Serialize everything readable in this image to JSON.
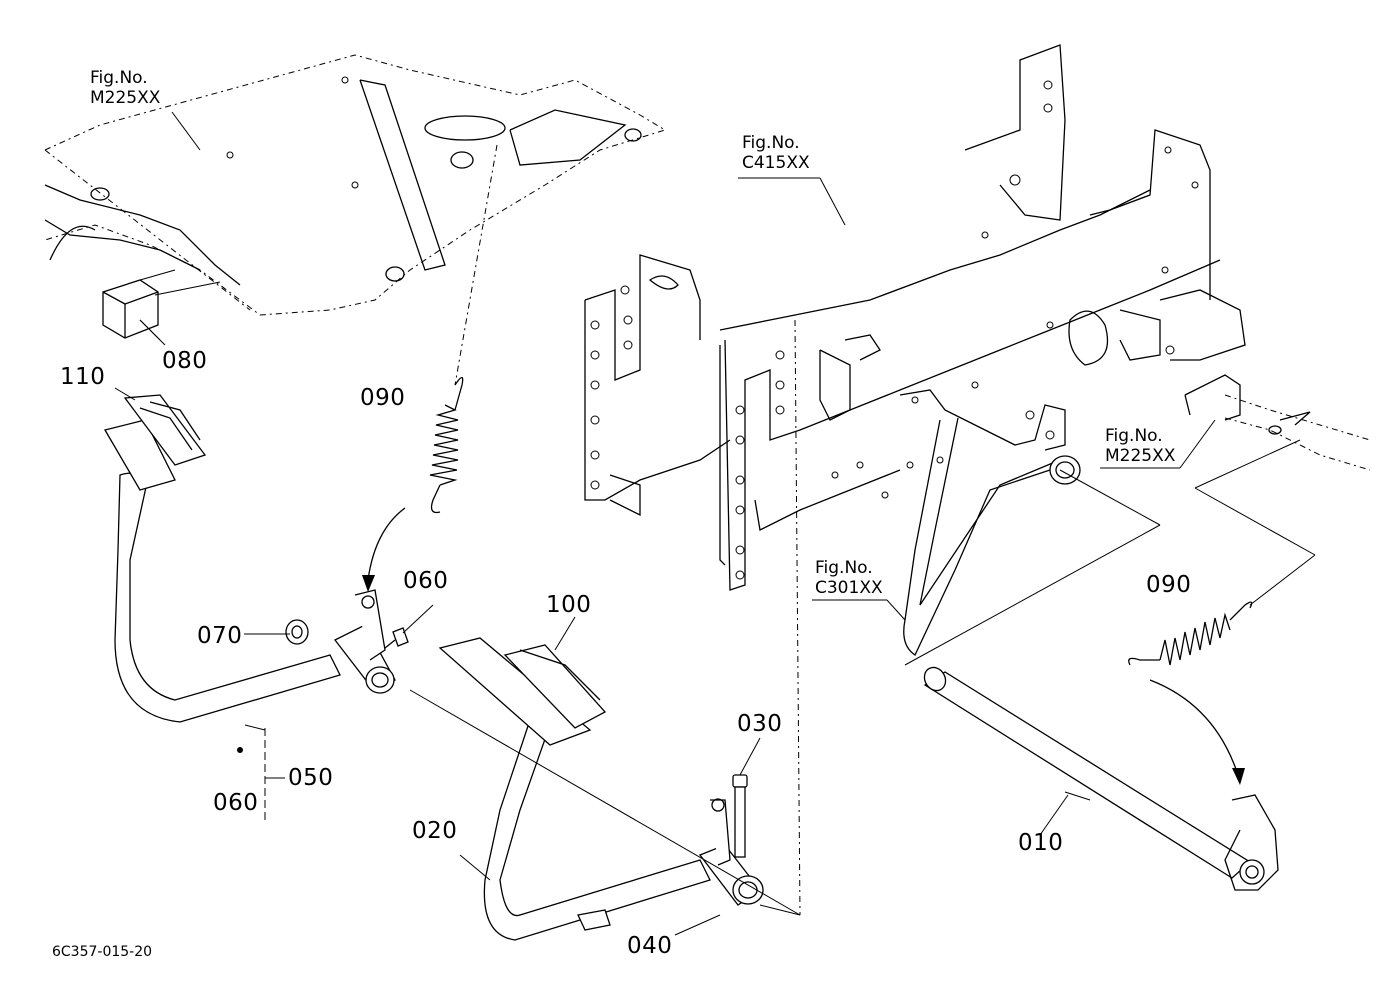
{
  "diagram_code": "6C357-015-20",
  "figure_refs": [
    {
      "id": "m225-top",
      "fig": "Fig.No.",
      "code": "M225XX"
    },
    {
      "id": "c415",
      "fig": "Fig.No.",
      "code": "C415XX"
    },
    {
      "id": "m225-right",
      "fig": "Fig.No.",
      "code": "M225XX"
    },
    {
      "id": "c301",
      "fig": "Fig.No.",
      "code": "C301XX"
    }
  ],
  "parts": {
    "p010": "010",
    "p020": "020",
    "p030": "030",
    "p040": "040",
    "p050": "050",
    "p060a": "060",
    "p060b": "060",
    "p070": "070",
    "p080": "080",
    "p090a": "090",
    "p090b": "090",
    "p100": "100",
    "p110": "110"
  }
}
